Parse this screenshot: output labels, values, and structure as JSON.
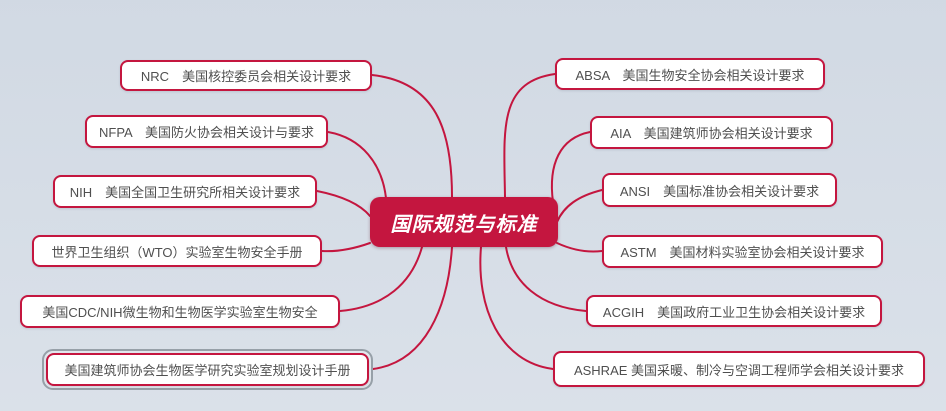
{
  "theme": {
    "accent": "#c4163f",
    "canvas_background": "#d8dfe8",
    "topic_fill": "#ffffff",
    "topic_text": "#4f4f4f",
    "selection_outline": "#97a0a8"
  },
  "root": {
    "label": "国际规范与标准"
  },
  "branches": {
    "left": [
      {
        "label": "NRC　美国核控委员会相关设计要求",
        "selected": false
      },
      {
        "label": "NFPA　美国防火协会相关设计与要求",
        "selected": false
      },
      {
        "label": "NIH　美国全国卫生研究所相关设计要求",
        "selected": false
      },
      {
        "label": "世界卫生组织（WTO）实验室生物安全手册",
        "selected": false
      },
      {
        "label": "美国CDC/NIH微生物和生物医学实验室生物安全",
        "selected": false
      },
      {
        "label": "美国建筑师协会生物医学研究实验室规划设计手册",
        "selected": true
      }
    ],
    "right": [
      {
        "label": "ABSA　美国生物安全协会相关设计要求",
        "selected": false
      },
      {
        "label": "AIA　美国建筑师协会相关设计要求",
        "selected": false
      },
      {
        "label": "ANSI　美国标准协会相关设计要求",
        "selected": false
      },
      {
        "label": "ASTM　美国材料实验室协会相关设计要求",
        "selected": false
      },
      {
        "label": "ACGIH　美国政府工业卫生协会相关设计要求",
        "selected": false
      },
      {
        "label": "ASHRAE 美国采暖、制冷与空调工程师学会相关设计要求",
        "selected": false
      }
    ]
  }
}
